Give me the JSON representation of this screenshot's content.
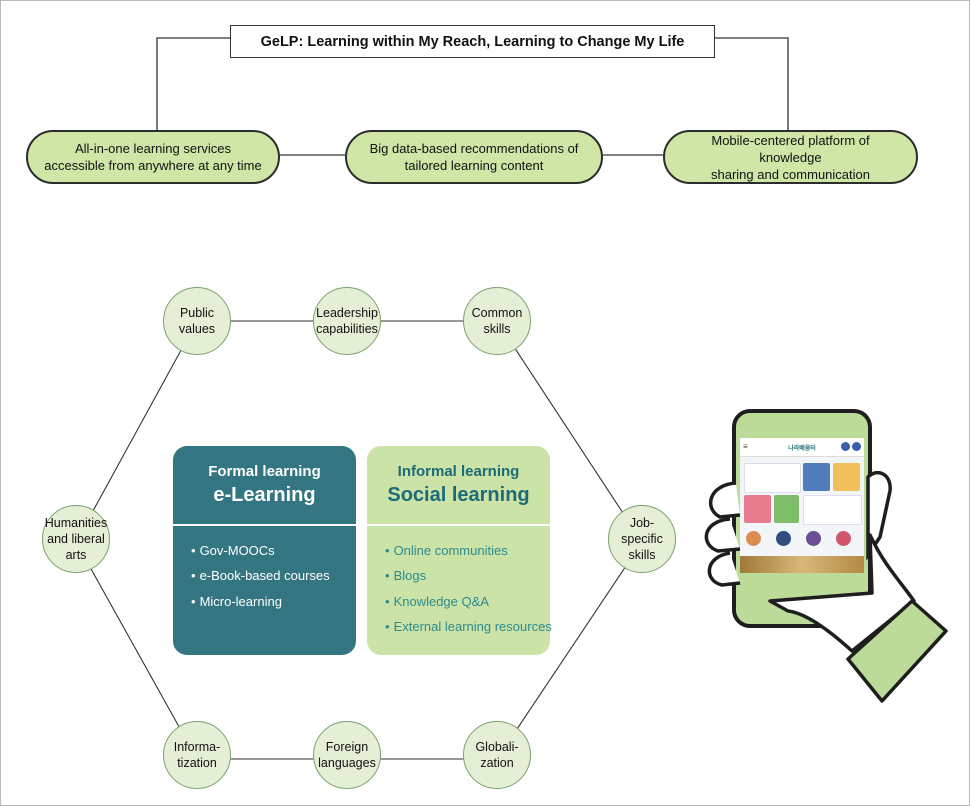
{
  "title": "GeLP: Learning within My Reach, Learning to Change My Life",
  "pillars": [
    "All-in-one learning services\naccessible from anywhere at any time",
    "Big data-based recommendations of\ntailored learning content",
    "Mobile-centered platform of knowledge\nsharing and communication"
  ],
  "competencies": [
    "Public\nvalues",
    "Leadership\ncapabilities",
    "Common\nskills",
    "Job-\nspecific\nskills",
    "Globali-\nzation",
    "Foreign\nlanguages",
    "Informa-\ntization",
    "Humanities\nand liberal\narts"
  ],
  "formal": {
    "subtitle": "Formal learning",
    "title": "e-Learning",
    "items": [
      "Gov-MOOCs",
      "e-Book-based courses",
      "Micro-learning"
    ]
  },
  "informal": {
    "subtitle": "Informal learning",
    "title": "Social learning",
    "items": [
      "Online communities",
      "Blogs",
      "Knowledge Q&A",
      "External learning resources"
    ]
  },
  "phone": {
    "app_logo": "나라배움터"
  },
  "colors": {
    "pill_fill": "#cfe6a7",
    "node_fill": "#e4efd6",
    "formal_panel": "#337580",
    "informal_panel": "#cce3a7",
    "phone_green": "#bddb98"
  },
  "icons": [
    "phone-icon",
    "hand-icon"
  ]
}
